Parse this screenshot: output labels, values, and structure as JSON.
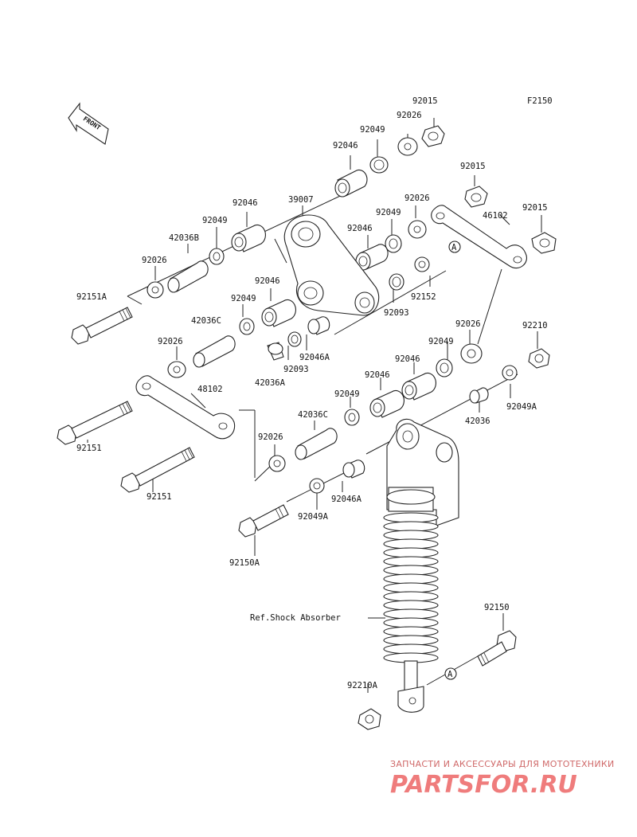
{
  "diagram_code": "F2150",
  "front_label": "FRONT",
  "ref_label": "Ref.Shock Absorber",
  "callout_letter": "A",
  "watermark": {
    "caption": "ЗАПЧАСТИ И АКСЕССУАРЫ ДЛЯ МОТОТЕХНИКИ",
    "logo": "PARTSFOR.RU"
  },
  "labels": [
    "92015",
    "92026",
    "92049",
    "92046",
    "92015",
    "F2150",
    "39007",
    "92046",
    "92049",
    "42036B",
    "92026",
    "92026",
    "92049",
    "92046",
    "46102",
    "92015",
    "92151A",
    "92046",
    "92049",
    "42036C",
    "92152",
    "92093",
    "92046A",
    "92093",
    "42036A",
    "92026",
    "92210",
    "92049",
    "92046",
    "92026",
    "92046",
    "48102",
    "92049",
    "42036C",
    "92049A",
    "42036",
    "92151",
    "92026",
    "92151",
    "92046A",
    "92049A",
    "92150A",
    "92150",
    "92210A"
  ]
}
